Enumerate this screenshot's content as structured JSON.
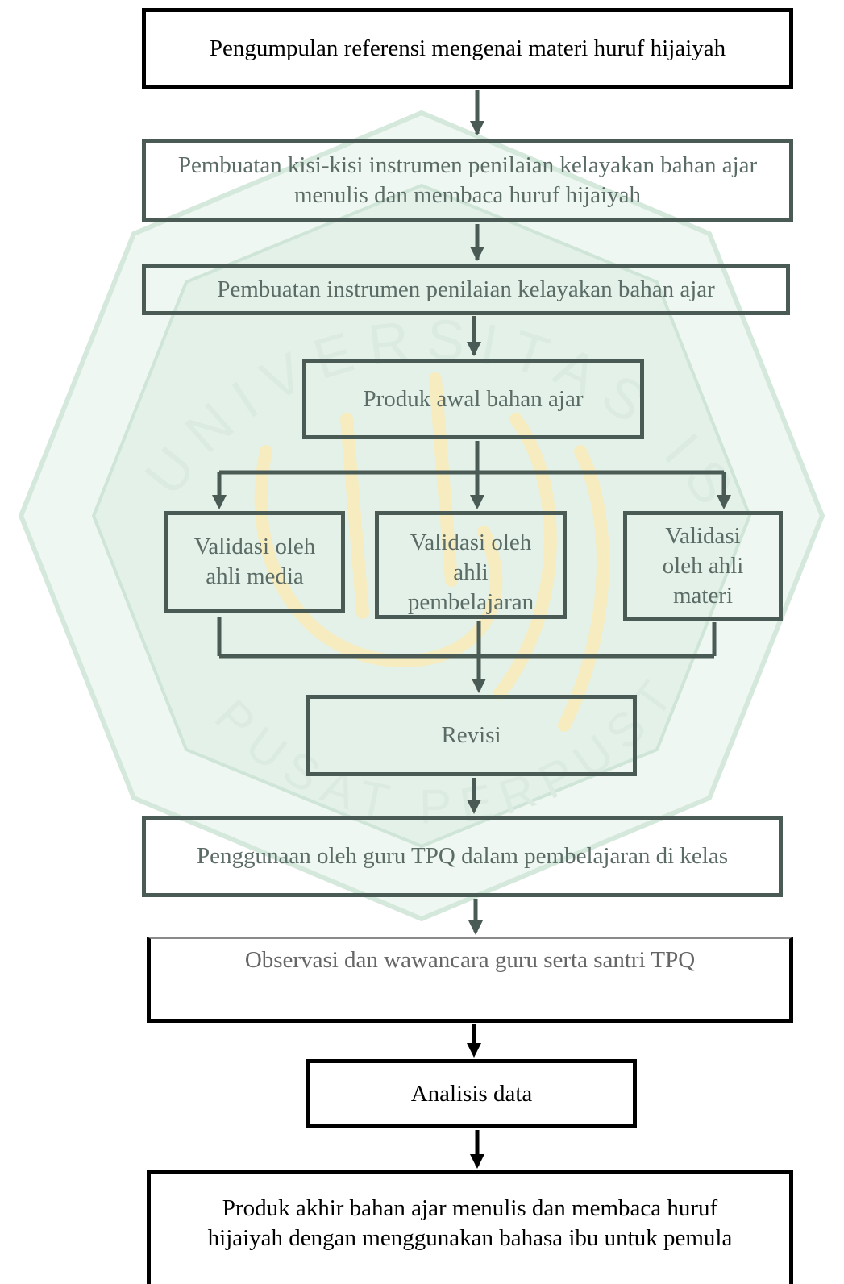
{
  "flowchart": {
    "steps": {
      "s1": "Pengumpulan referensi mengenai materi huruf hijaiyah",
      "s2": "Pembuatan kisi-kisi instrumen penilaian kelayakan bahan ajar menulis dan membaca huruf hijaiyah",
      "s3": "Pembuatan instrumen penilaian kelayakan bahan ajar",
      "s4": "Produk awal bahan ajar",
      "v1": "Validasi oleh ahli media",
      "v2": "Validasi oleh ahli pembelajaran",
      "v3": "Validasi oleh ahli materi",
      "s5": "Revisi",
      "s6": "Penggunaan oleh guru TPQ dalam pembelajaran di kelas",
      "s7": "Observasi dan wawancara guru serta santri TPQ",
      "s8": "Analisis data",
      "s9": "Produk akhir bahan ajar menulis dan membaca huruf hijaiyah dengan menggunakan bahasa ibu untuk pemula"
    }
  },
  "colors": {
    "dark_border": "#000000",
    "green_border": "#4a5a55",
    "watermark_green": "#dcefe2",
    "watermark_gold": "#fbf3cf"
  }
}
